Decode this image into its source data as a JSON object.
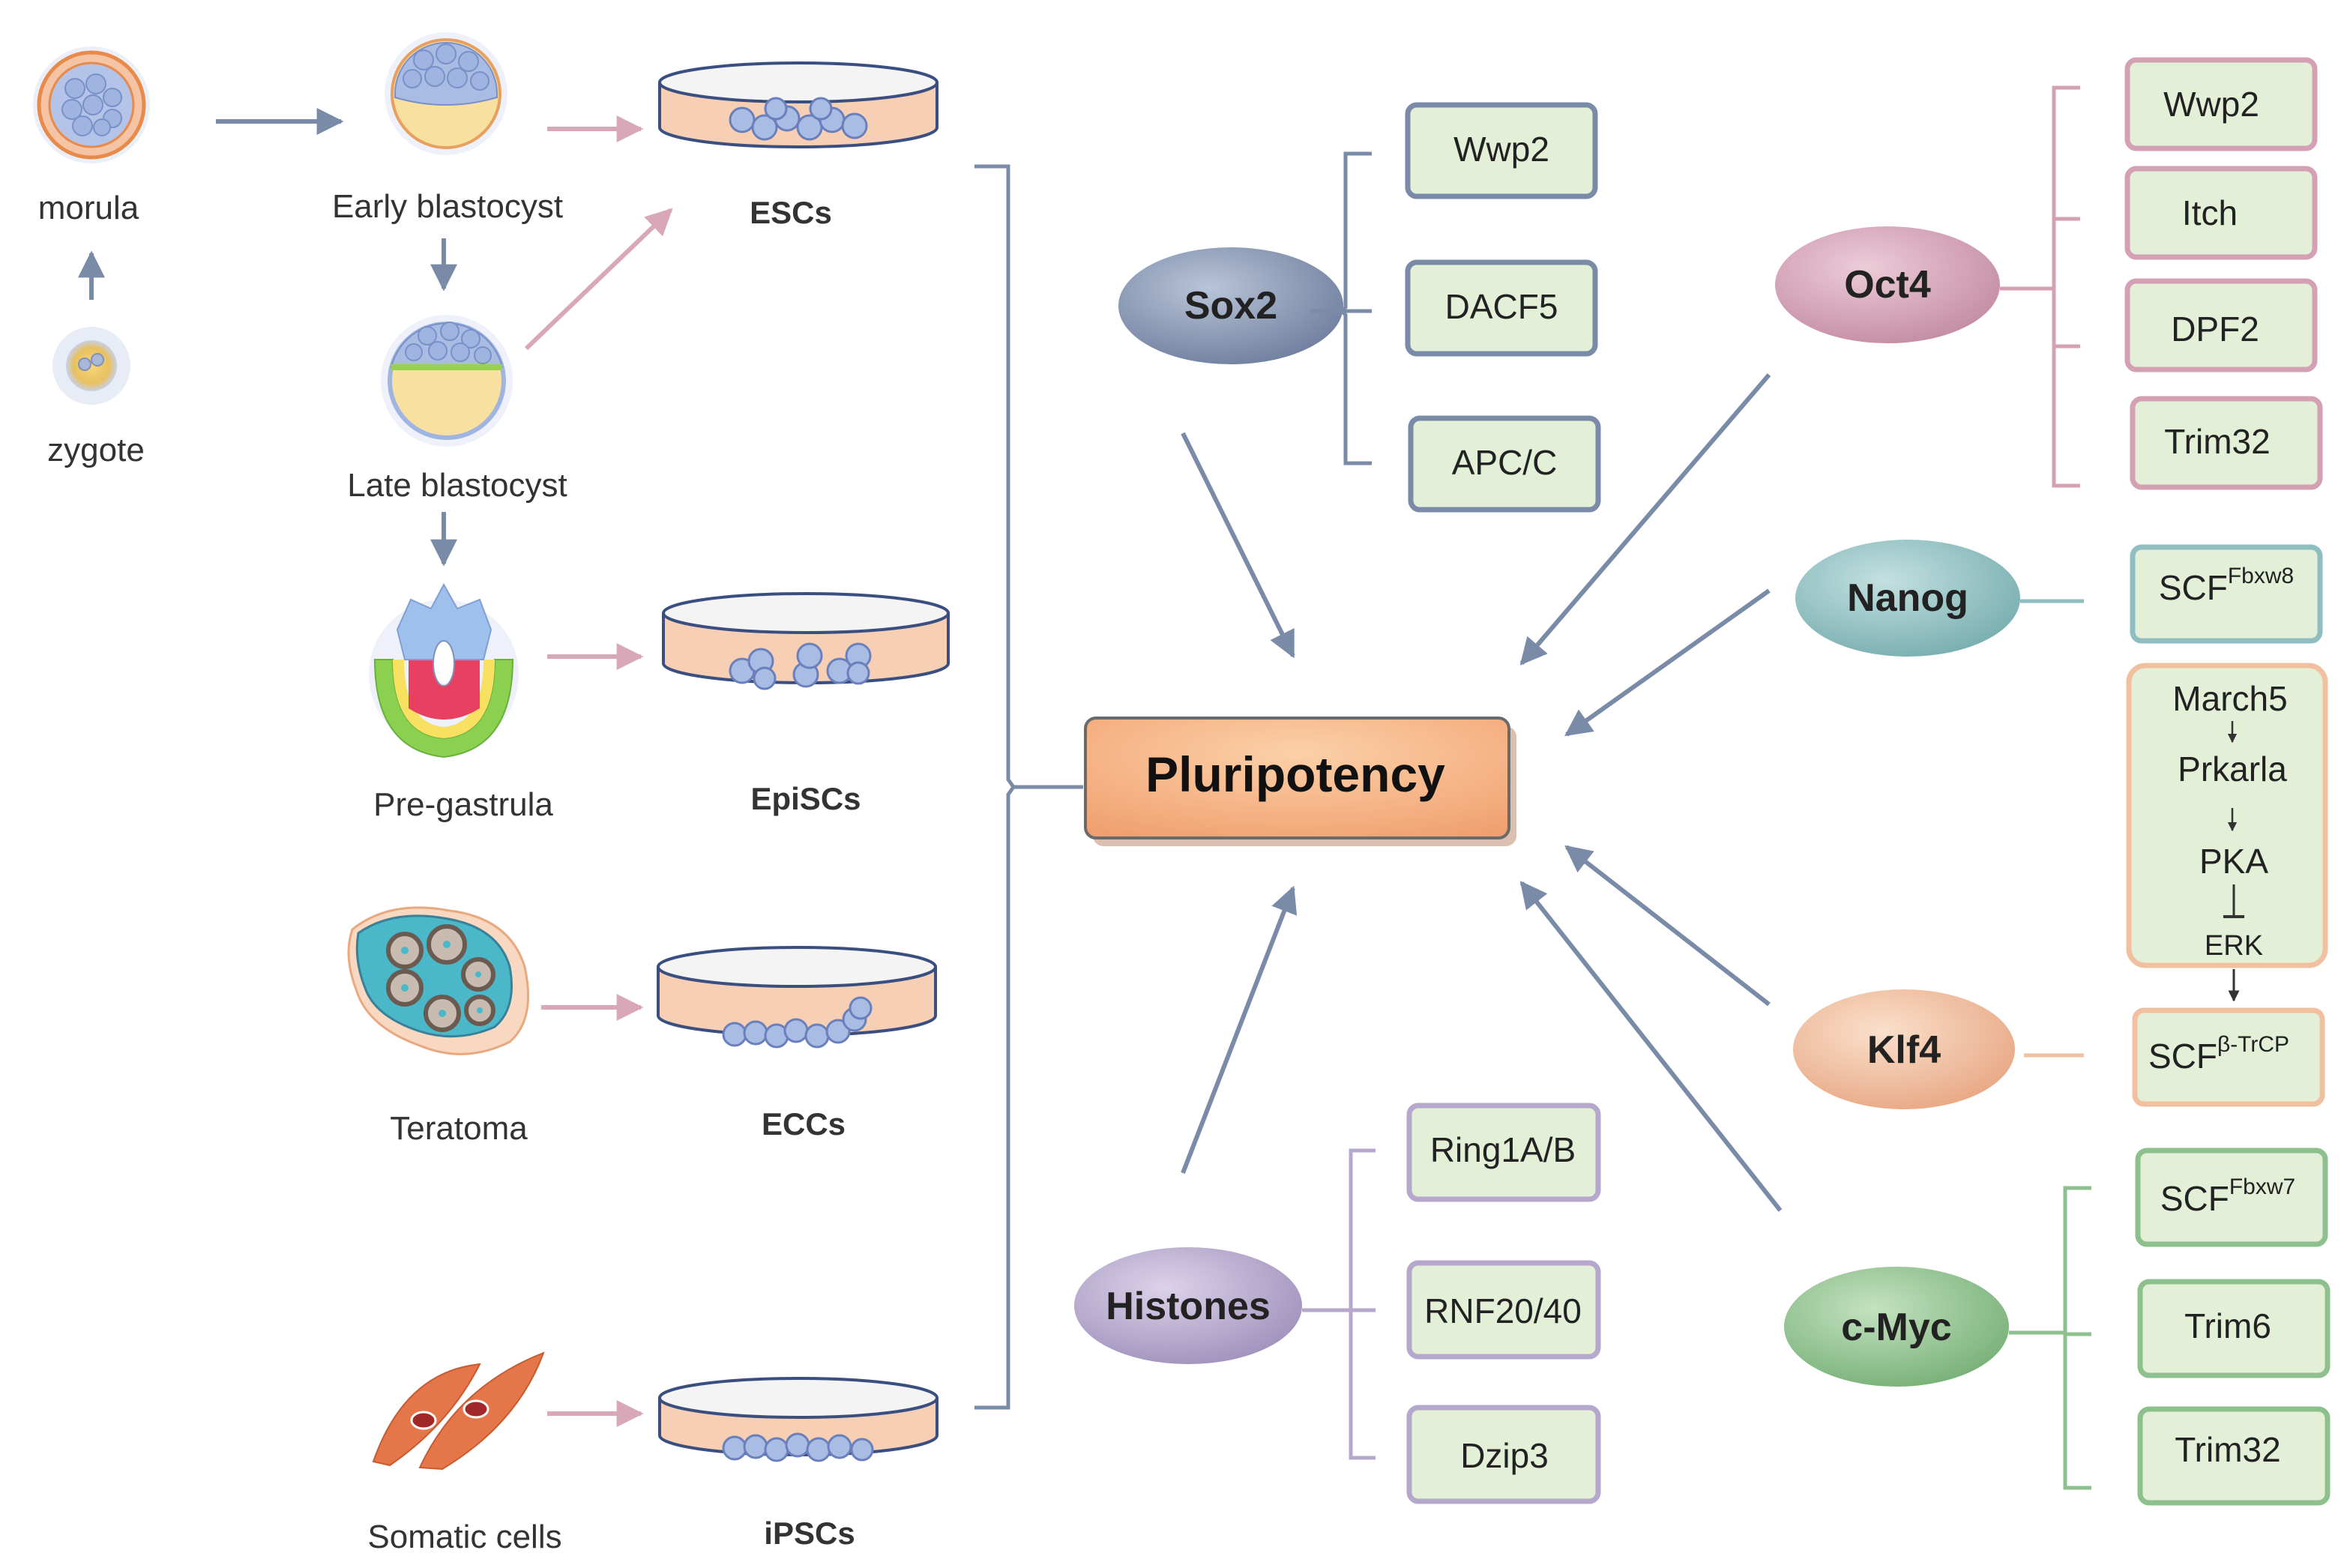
{
  "stages": {
    "zygote": "zygote",
    "morula": "morula",
    "early_blastocyst": "Early blastocyst",
    "late_blastocyst": "Late blastocyst",
    "pre_gastrula": "Pre-gastrula",
    "teratoma": "Teratoma",
    "somatic_cells": "Somatic cells"
  },
  "cultures": {
    "escs": "ESCs",
    "episcs": "EpiSCs",
    "eccs": "ECCs",
    "ipscs": "iPSCs"
  },
  "center": "Pluripotency",
  "factors": {
    "sox2": {
      "name": "Sox2",
      "color": "#8a9ab8",
      "targets": [
        "Wwp2",
        "DACF5",
        "APC/C"
      ]
    },
    "oct4": {
      "name": "Oct4",
      "color": "#d4a0b4",
      "targets": [
        "Wwp2",
        "Itch",
        "DPF2",
        "Trim32"
      ]
    },
    "nanog": {
      "name": "Nanog",
      "color": "#8fbec0",
      "target_base": "SCF",
      "target_sup": "Fbxw8"
    },
    "klf4": {
      "name": "Klf4",
      "color": "#f0c0a0",
      "target_base": "SCF",
      "target_sup": "β-TrCP",
      "cascade": [
        "March5",
        "Prkarla",
        "PKA",
        "ERK"
      ]
    },
    "cmyc": {
      "name": "c-Myc",
      "color": "#8ec08e",
      "target_base": "SCF",
      "target_sup": "Fbxw7",
      "targets": [
        "Trim6",
        "Trim32"
      ]
    },
    "histones": {
      "name": "Histones",
      "color": "#b6a8cc",
      "targets": [
        "Ring1A/B",
        "RNF20/40",
        "Dzip3"
      ]
    }
  }
}
